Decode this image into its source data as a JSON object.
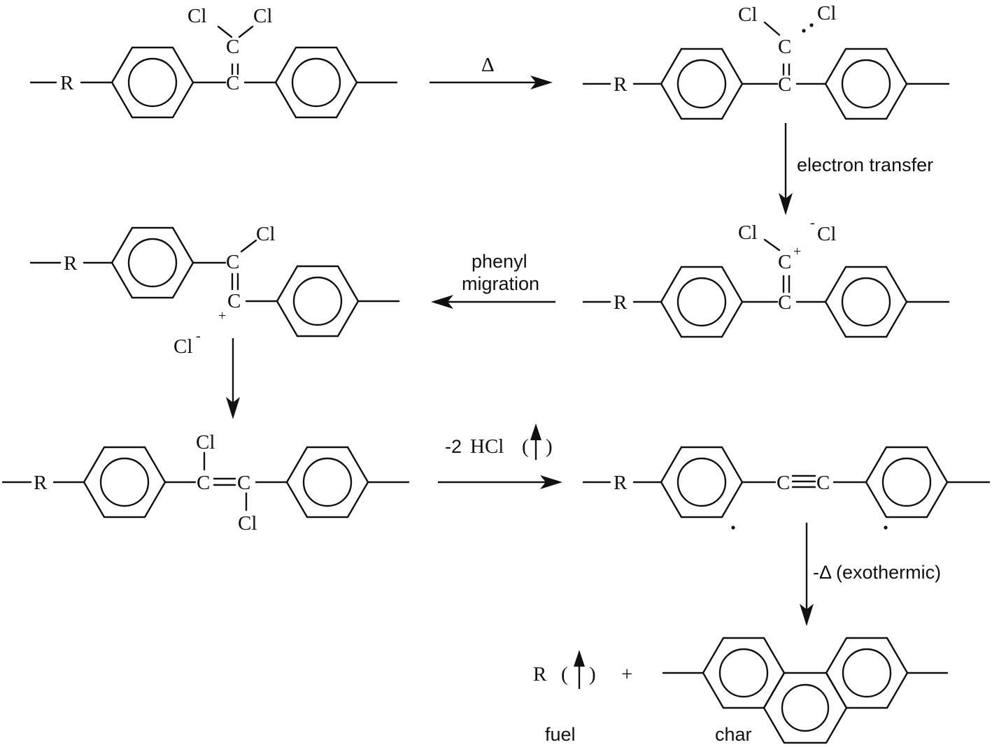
{
  "atoms": {
    "R": "R",
    "C": "C",
    "Cl": "Cl",
    "HCl": "HCl",
    "plus": "+",
    "minus": "-"
  },
  "labels": {
    "heat": "Δ",
    "electron_transfer": "electron transfer",
    "phenyl": "phenyl",
    "migration": "migration",
    "minus_two": "-2",
    "exothermic": "-Δ (exothermic)",
    "fuel": "fuel",
    "char": "char",
    "plus_sign": "+",
    "paren_open": "(",
    "paren_close": ")"
  }
}
